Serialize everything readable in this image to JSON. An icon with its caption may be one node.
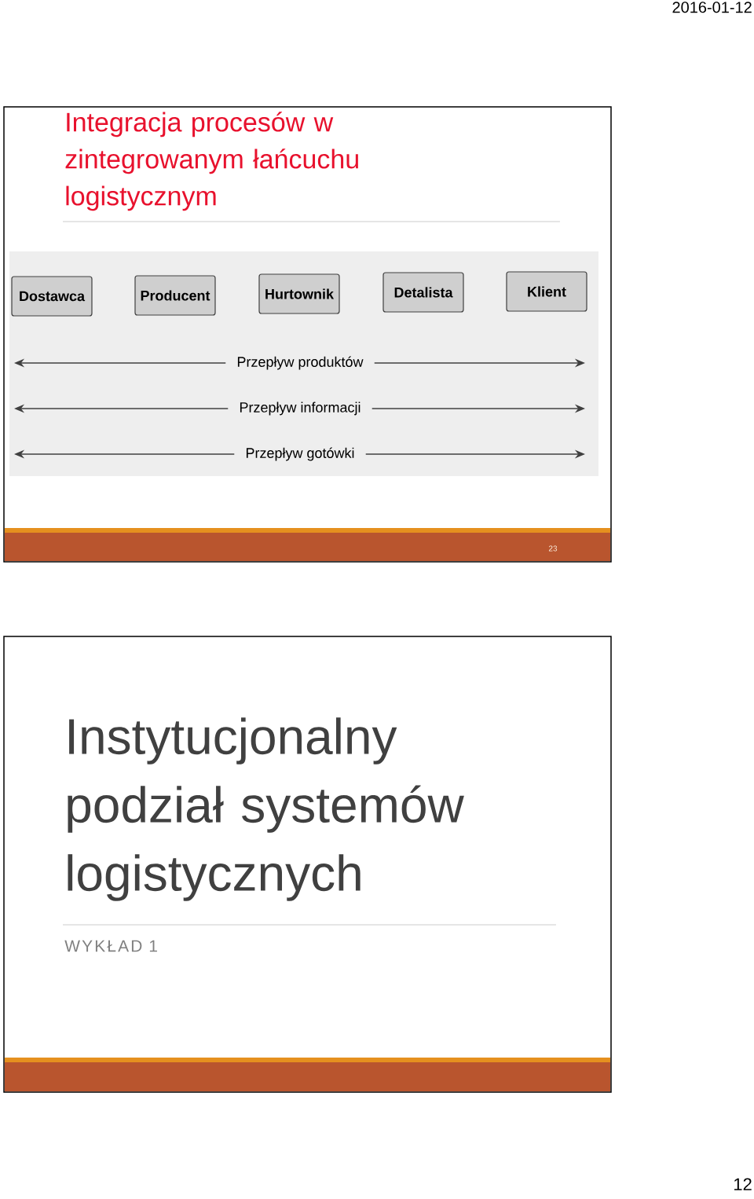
{
  "diagram": {
    "nodes": [
      {
        "text": [
          "Dostawca"
        ]
      },
      {
        "text": [
          "Producent"
        ]
      },
      {
        "text": [
          "Hurtownik"
        ]
      },
      {
        "text": [
          "Detalista"
        ]
      },
      {
        "text": [
          "Klient"
        ]
      },
      {
        "text": [
          "Przepływ produktów"
        ]
      },
      {
        "text": [
          "Przepływ informacji"
        ]
      },
      {
        "text": [
          "Przepływ gotówki"
        ]
      }
    ],
    "edges": [
      {
        "from": 5,
        "to": null,
        "arrow": "to"
      },
      {
        "from": 5,
        "to": null,
        "arrow": "to"
      },
      {
        "from": 6,
        "to": null,
        "arrow": "to"
      },
      {
        "from": 6,
        "to": null,
        "arrow": "to"
      },
      {
        "from": 7,
        "to": null,
        "arrow": "to"
      },
      {
        "from": 7,
        "to": null,
        "arrow": "to"
      }
    ],
    "labels": [
      "2016-01-12",
      "Integracja procesów w zintegrowanym łańcuchu logistycznym",
      "23",
      "Instytucjonalny podział systemów logistycznych",
      "WYKŁAD 1",
      "12"
    ]
  }
}
